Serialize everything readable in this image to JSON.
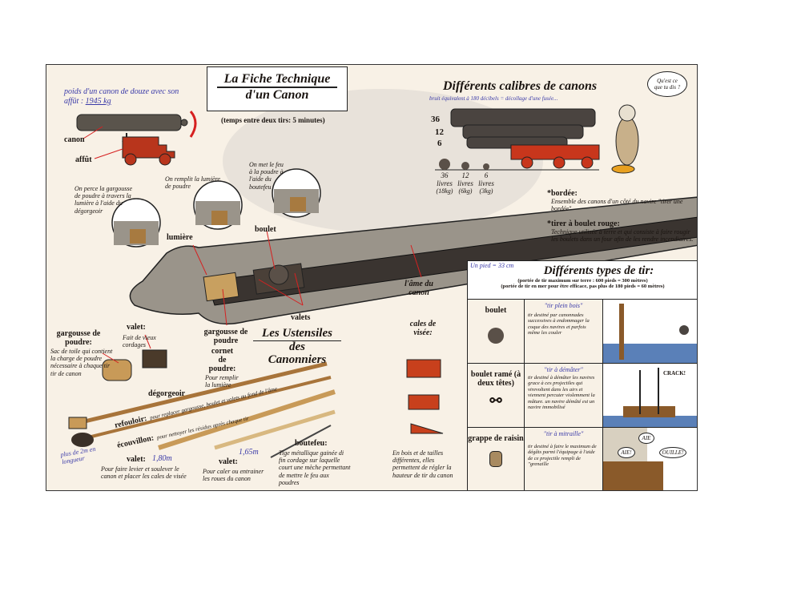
{
  "title": {
    "line1": "La Fiche Technique",
    "line2": "d'un Canon"
  },
  "subtitle": "(temps entre deux tirs: 5 minutes)",
  "weight_note": {
    "text": "poids d'un canon de douze avec son affût :",
    "value": "1945 kg"
  },
  "parts": {
    "canon": "canon",
    "affut": "affût",
    "lumiere": "lumière",
    "boulet": "boulet",
    "valets": "valets",
    "gargousse": "gargousse de poudre",
    "ame": "l'âme du canon"
  },
  "steps": [
    "On perce la gargousse de poudre à travers la lumière à l'aide du dégorgeoir",
    "On remplit la lumière de poudre",
    "On met le feu à la poudre à l'aide du boutefeu"
  ],
  "calibres": {
    "title": "Différents calibres de canons",
    "note": "bruit équivalent à 180 décibels = décollage d'une fusée...",
    "sizes": [
      "36",
      "12",
      "6"
    ],
    "balls": [
      {
        "n": "36",
        "unit": "livres",
        "kg": "(18kg)"
      },
      {
        "n": "12",
        "unit": "livres",
        "kg": "(6kg)"
      },
      {
        "n": "6",
        "unit": "livres",
        "kg": "(3kg)"
      }
    ],
    "speech": "Qu'est ce que tu dis ?"
  },
  "definitions": [
    {
      "term": "*bordée:",
      "text": "Ensemble des canons d'un côté du navire \"tirer une bordée\""
    },
    {
      "term": "*tirer à boulet rouge:",
      "text": "Technique utilisée à terre et qui consiste à faire rougir les boulets dans un four afin de les rendre incendiaires."
    }
  ],
  "ustensiles": {
    "title1": "Les Ustensiles",
    "title2": "des",
    "title3": "Canonniers",
    "items": {
      "gargousse": {
        "label": "gargousse de poudre:",
        "desc": "Sac de toile qui contient la charge de poudre nécessaire à chaque tir tir de canon"
      },
      "valet1": {
        "label": "valet:",
        "desc": "Fait de vieux cordages"
      },
      "cornet": {
        "label": "cornet de poudre:",
        "desc": "Pour remplir la lumière"
      },
      "degorgeoir": {
        "label": "dégorgeoir"
      },
      "refouloir": {
        "label": "refouloir:",
        "desc": "pour replacer gargousse, boulet et valets au fond de l'âme"
      },
      "ecouvillon": {
        "label": "écouvillon:",
        "desc": "pour nettoyer les résidus après chaque tir"
      },
      "valet2": {
        "label": "valet:",
        "desc": "Pour faire levier et soulever le canon et placer les cales de visée",
        "length": "1,80m"
      },
      "valet3": {
        "label": "valet:",
        "desc": "Pour caler ou entrainer les roues du canon",
        "length": "1,65m"
      },
      "boutefeu": {
        "label": "boutefeu:",
        "desc": "Tige métallique gainée di fin cordage sur laquelle court une mèche permettant de mettre le feu aux poudres"
      },
      "length_note": "plus de 2m en longueur"
    }
  },
  "cales": {
    "label": "cales de visée:",
    "desc": "En bois et de tailles différentes, elles permettent de régler la hauteur de tir du canon"
  },
  "tir": {
    "foot_note": "Un pied = 33 cm",
    "title": "Différents types de tir:",
    "range1": "(portée de tir maximum sur terre : 600 pieds = 300 mètres)",
    "range2": "(portée de tir en mer pour être efficace, pas plus de 180 pieds = 60 mètres)",
    "rows": [
      {
        "name": "boulet",
        "type": "\"tir plein bois\"",
        "desc": "tir destiné par canonnades successives à endommager la coque des navires et parfois même les couler"
      },
      {
        "name": "boulet ramé (à deux têtes)",
        "type": "\"tir à démâter\"",
        "desc": "tir destiné à démâter les navires grace à ces projectiles qui virevoltent dans les airs et viennent percuter violemment la mâture. un navire démâté est un navire immobilisé",
        "sfx": "CRACK!"
      },
      {
        "name": "grappe de raisin",
        "type": "\"tir à mitraille\"",
        "desc": "tir destiné à faire le maximum de dégâts parmi l'équipage à l'aide de ce projectile rempli de \"grenaille",
        "sfx": [
          "AIE!",
          "AIE",
          "OUILLE!"
        ]
      }
    ]
  },
  "colors": {
    "paper": "#f8f1e6",
    "cannon_red": "#b8351c",
    "ink_blue": "#3a3aa8",
    "stone": "#9a948a"
  }
}
